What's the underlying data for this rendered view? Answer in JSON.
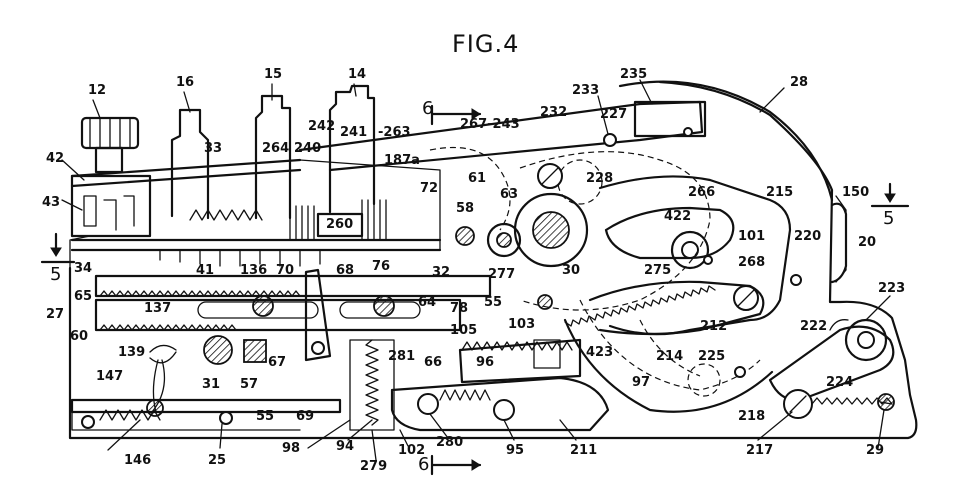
{
  "figure": {
    "title": "FIG.4",
    "section_marks": {
      "top_left": "6",
      "bottom": "6",
      "left": "5",
      "right": "5"
    }
  },
  "labels": [
    {
      "id": "12",
      "text": "12"
    },
    {
      "id": "16",
      "text": "16"
    },
    {
      "id": "15",
      "text": "15"
    },
    {
      "id": "14",
      "text": "14"
    },
    {
      "id": "235",
      "text": "235"
    },
    {
      "id": "28",
      "text": "28"
    },
    {
      "id": "233",
      "text": "233"
    },
    {
      "id": "232",
      "text": "232"
    },
    {
      "id": "227",
      "text": "227"
    },
    {
      "id": "267-243",
      "text": "267-243"
    },
    {
      "id": "242",
      "text": "242"
    },
    {
      "id": "241",
      "text": "241"
    },
    {
      "id": "-263",
      "text": "-263"
    },
    {
      "id": "264",
      "text": "264"
    },
    {
      "id": "240",
      "text": "240"
    },
    {
      "id": "187a",
      "text": "187a"
    },
    {
      "id": "33",
      "text": "33"
    },
    {
      "id": "42",
      "text": "42"
    },
    {
      "id": "43",
      "text": "43"
    },
    {
      "id": "72",
      "text": "72"
    },
    {
      "id": "61",
      "text": "61"
    },
    {
      "id": "63",
      "text": "63"
    },
    {
      "id": "228",
      "text": "228"
    },
    {
      "id": "266",
      "text": "266"
    },
    {
      "id": "215",
      "text": "215"
    },
    {
      "id": "150",
      "text": "150"
    },
    {
      "id": "422",
      "text": "422"
    },
    {
      "id": "58",
      "text": "58"
    },
    {
      "id": "260",
      "text": "260"
    },
    {
      "id": "101",
      "text": "101"
    },
    {
      "id": "220",
      "text": "220"
    },
    {
      "id": "20",
      "text": "20"
    },
    {
      "id": "34",
      "text": "34"
    },
    {
      "id": "41",
      "text": "41"
    },
    {
      "id": "136",
      "text": "136"
    },
    {
      "id": "70",
      "text": "70"
    },
    {
      "id": "68",
      "text": "68"
    },
    {
      "id": "76",
      "text": "76"
    },
    {
      "id": "32",
      "text": "32"
    },
    {
      "id": "277",
      "text": "277"
    },
    {
      "id": "30",
      "text": "30"
    },
    {
      "id": "275",
      "text": "275"
    },
    {
      "id": "268",
      "text": "268"
    },
    {
      "id": "65",
      "text": "65"
    },
    {
      "id": "78",
      "text": "78"
    },
    {
      "id": "55a",
      "text": "55"
    },
    {
      "id": "64",
      "text": "64"
    },
    {
      "id": "223",
      "text": "223"
    },
    {
      "id": "27",
      "text": "27"
    },
    {
      "id": "137",
      "text": "137"
    },
    {
      "id": "212",
      "text": "212"
    },
    {
      "id": "60",
      "text": "60"
    },
    {
      "id": "105",
      "text": "105"
    },
    {
      "id": "103",
      "text": "103"
    },
    {
      "id": "222",
      "text": "222"
    },
    {
      "id": "139",
      "text": "139"
    },
    {
      "id": "281",
      "text": "281"
    },
    {
      "id": "66",
      "text": "66"
    },
    {
      "id": "423",
      "text": "423"
    },
    {
      "id": "214",
      "text": "214"
    },
    {
      "id": "225",
      "text": "225"
    },
    {
      "id": "67",
      "text": "67"
    },
    {
      "id": "96",
      "text": "96"
    },
    {
      "id": "147",
      "text": "147"
    },
    {
      "id": "31",
      "text": "31"
    },
    {
      "id": "57",
      "text": "57"
    },
    {
      "id": "224",
      "text": "224"
    },
    {
      "id": "97",
      "text": "97"
    },
    {
      "id": "55b",
      "text": "55"
    },
    {
      "id": "69",
      "text": "69"
    },
    {
      "id": "218",
      "text": "218"
    },
    {
      "id": "98",
      "text": "98"
    },
    {
      "id": "280",
      "text": "280"
    },
    {
      "id": "95",
      "text": "95"
    },
    {
      "id": "211",
      "text": "211"
    },
    {
      "id": "217",
      "text": "217"
    },
    {
      "id": "29",
      "text": "29"
    },
    {
      "id": "94",
      "text": "94"
    },
    {
      "id": "102",
      "text": "102"
    },
    {
      "id": "146",
      "text": "146"
    },
    {
      "id": "25",
      "text": "25"
    },
    {
      "id": "279",
      "text": "279"
    }
  ]
}
